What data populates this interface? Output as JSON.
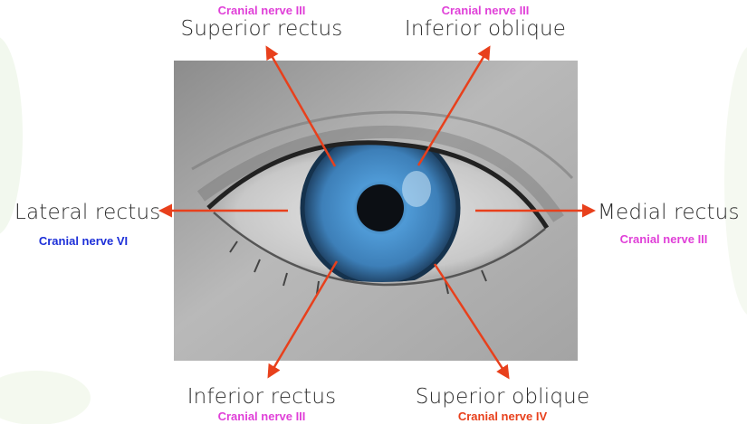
{
  "labels": {
    "superior_rectus": {
      "muscle": "Superior rectus",
      "nerve": "Cranial nerve III"
    },
    "inferior_oblique": {
      "muscle": "Inferior oblique",
      "nerve": "Cranial nerve III"
    },
    "lateral_rectus": {
      "muscle": "Lateral rectus",
      "nerve": "Cranial nerve VI"
    },
    "medial_rectus": {
      "muscle": "Medial rectus",
      "nerve": "Cranial nerve III"
    },
    "inferior_rectus": {
      "muscle": "Inferior rectus",
      "nerve": "Cranial nerve III"
    },
    "superior_oblique": {
      "muscle": "Superior oblique",
      "nerve": "Cranial nerve IV"
    }
  },
  "colors": {
    "nerve_III": "#e040d8",
    "nerve_IV": "#e8401c",
    "nerve_VI": "#1c2fd8",
    "arrow": "#e8401c",
    "muscle_text": "#2d2d2d",
    "iris": "#3d8fd0"
  }
}
